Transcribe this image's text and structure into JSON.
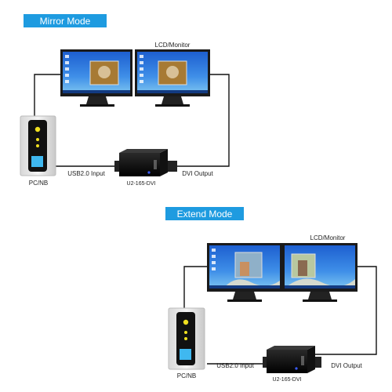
{
  "mirror": {
    "title": "Mirror Mode",
    "monitor_label": "LCD/Monitor",
    "pc_label": "PC/NB",
    "usb_label": "USB2.0 Input",
    "adapter_label": "U2-165-DVI",
    "dvi_label": "DVI Output"
  },
  "extend": {
    "title": "Extend Mode",
    "monitor_label": "LCD/Monitor",
    "pc_label": "PC/NB",
    "usb_label": "USB2.0 Input",
    "adapter_label": "U2-165-DVI",
    "dvi_label": "DVI Output"
  },
  "colors": {
    "mode_badge": "#1e9be0",
    "cable": "#111111",
    "pc_dot": "#f0e020",
    "pc_screen": "#3fb8f0",
    "led": "#3a5cff"
  }
}
